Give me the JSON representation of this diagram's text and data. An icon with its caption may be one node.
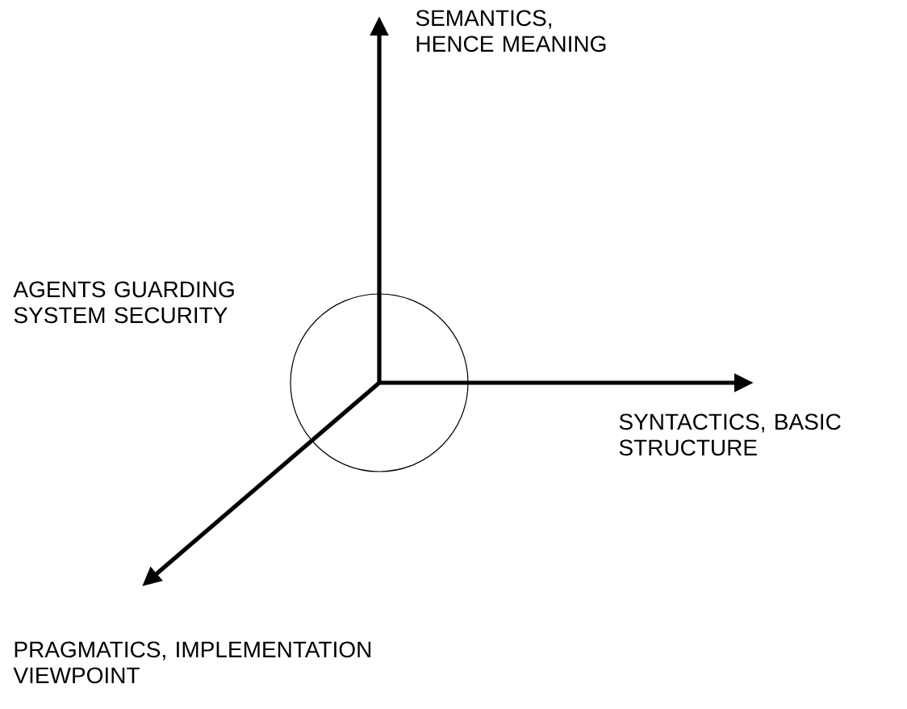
{
  "diagram": {
    "nodes": [
      {
        "text": [
          "AGENTS GUARDING SYSTEM SECURITY"
        ]
      }
    ],
    "labels": [
      "SEMANTICS, HENCE MEANING",
      "SYNTACTICS, BASIC STRUCTURE",
      "PRAGMATICS, IMPLEMENTATION VIEWPOINT"
    ]
  }
}
